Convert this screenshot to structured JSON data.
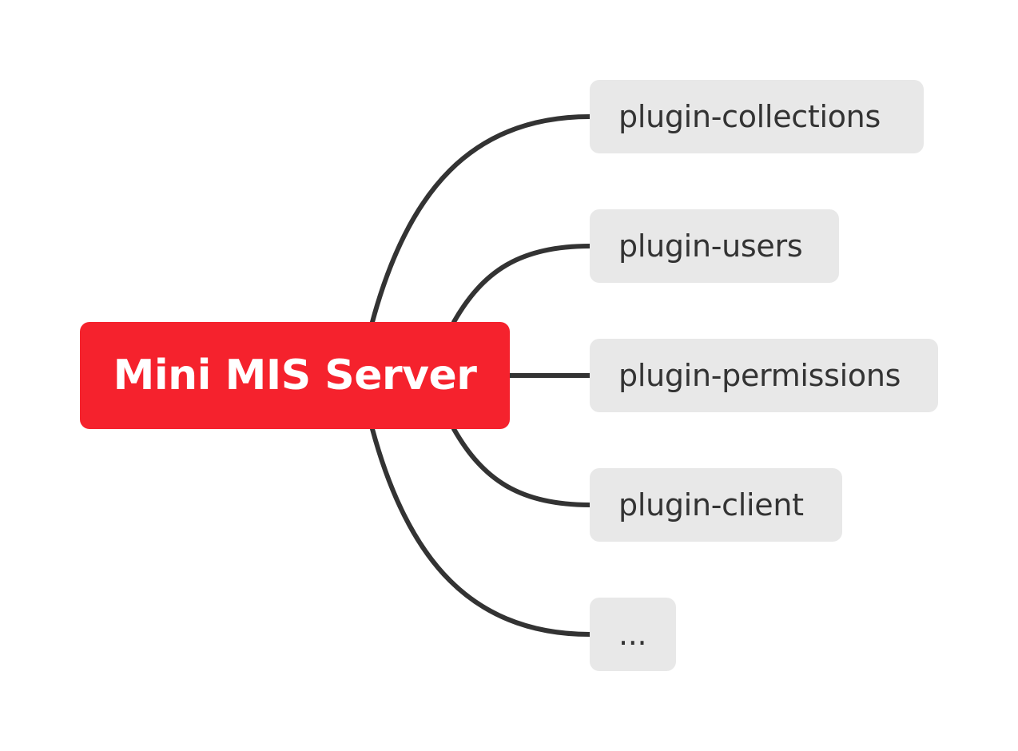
{
  "root": {
    "label": "Mini MIS Server",
    "color": "#f5222d"
  },
  "children": [
    {
      "label": "plugin-collections"
    },
    {
      "label": "plugin-users"
    },
    {
      "label": "plugin-permissions"
    },
    {
      "label": "plugin-client"
    },
    {
      "label": "..."
    }
  ],
  "child_color": "#e8e8e8",
  "connector_color": "#333333"
}
